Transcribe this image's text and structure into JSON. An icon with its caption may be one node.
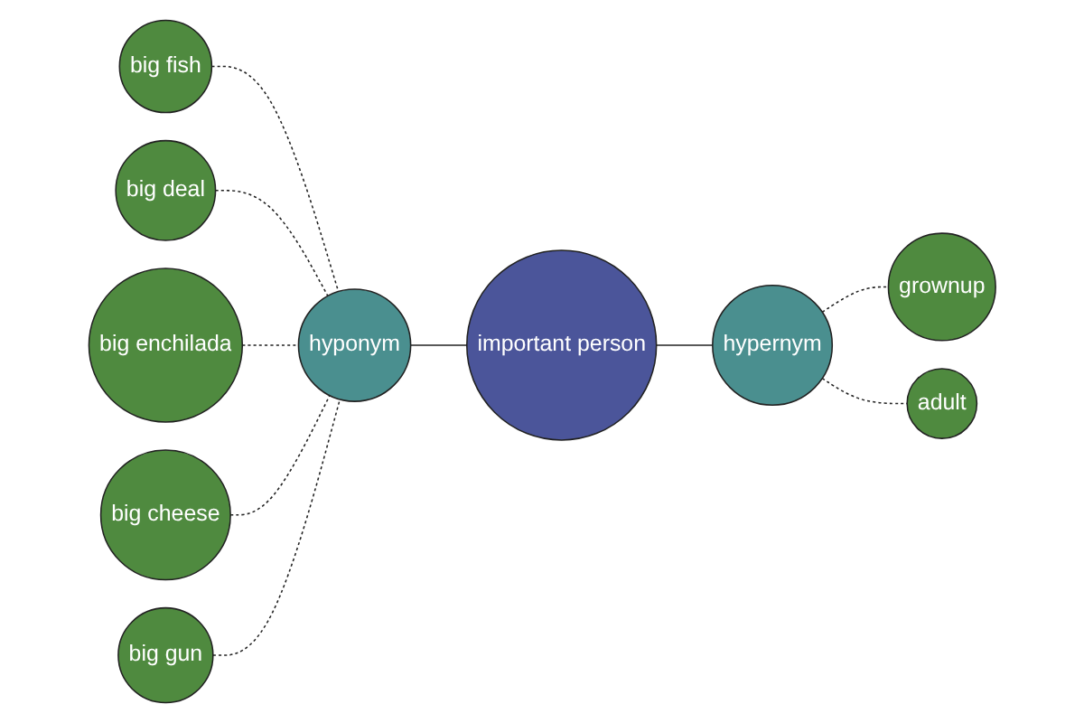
{
  "diagram": {
    "nodes": [
      {
        "text": [
          "important person"
        ]
      },
      {
        "text": [
          "hyponym"
        ]
      },
      {
        "text": [
          "hypernym"
        ]
      },
      {
        "text": [
          "big fish"
        ]
      },
      {
        "text": [
          "big deal"
        ]
      },
      {
        "text": [
          "big enchilada"
        ]
      },
      {
        "text": [
          "big cheese"
        ]
      },
      {
        "text": [
          "big gun"
        ]
      },
      {
        "text": [
          "grownup"
        ]
      },
      {
        "text": [
          "adult"
        ]
      }
    ],
    "edges": [
      {
        "from": 3,
        "to": 1,
        "arrow": "none",
        "style": "dashed"
      },
      {
        "from": 4,
        "to": 1,
        "arrow": "none",
        "style": "dashed"
      },
      {
        "from": 5,
        "to": 1,
        "arrow": "none",
        "style": "dashed"
      },
      {
        "from": 6,
        "to": 1,
        "arrow": "none",
        "style": "dashed"
      },
      {
        "from": 7,
        "to": 1,
        "arrow": "none",
        "style": "dashed"
      },
      {
        "from": 1,
        "to": 0,
        "arrow": "none"
      },
      {
        "from": 0,
        "to": 2,
        "arrow": "none"
      },
      {
        "from": 2,
        "to": 8,
        "arrow": "none",
        "style": "dashed"
      },
      {
        "from": 2,
        "to": 9,
        "arrow": "none",
        "style": "dashed"
      }
    ]
  }
}
